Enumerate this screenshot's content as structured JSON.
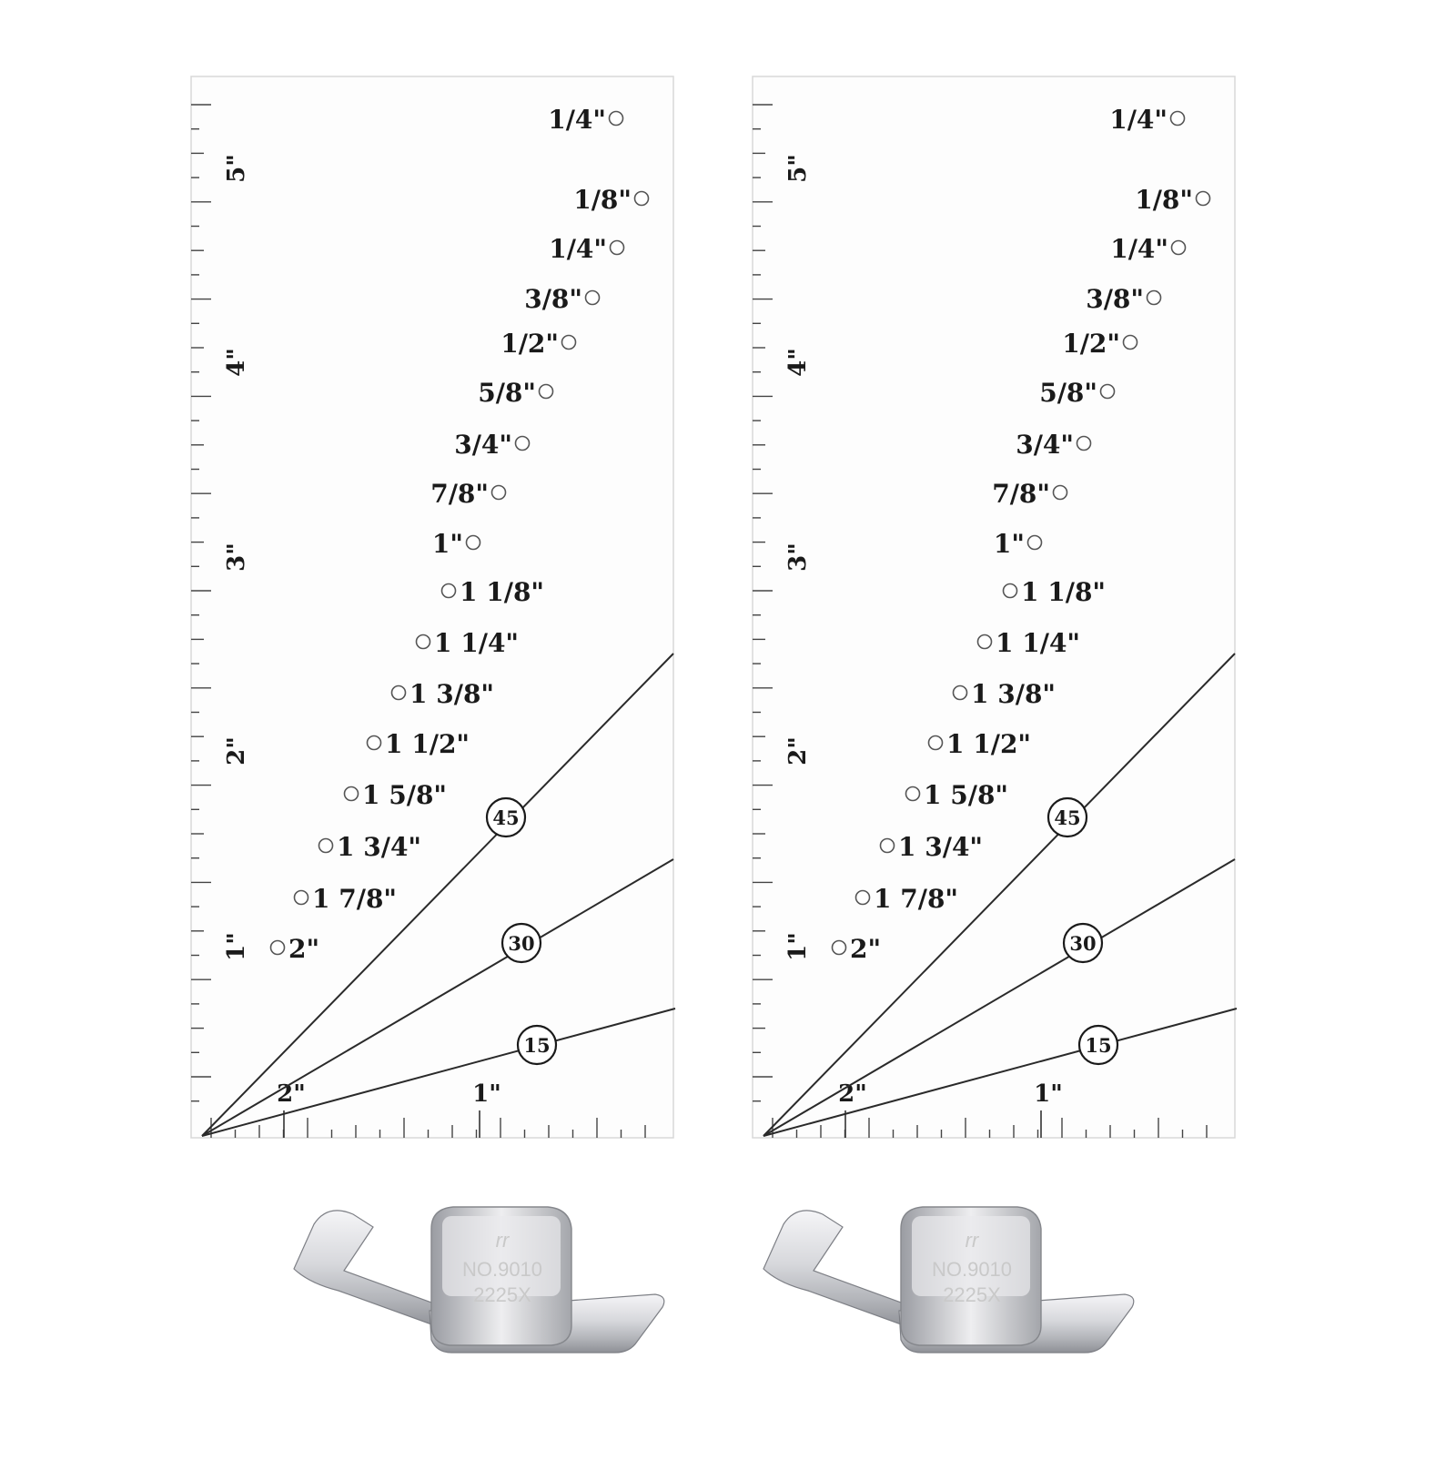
{
  "rulers": [
    {
      "side_marks": [
        "5\"",
        "4\"",
        "3\"",
        "2\"",
        "1\""
      ],
      "bottom_marks": [
        "2\"",
        "1\""
      ],
      "seam_allowances": [
        "1/4\"",
        "1/8\"",
        "1/4\"",
        "3/8\"",
        "1/2\"",
        "5/8\"",
        "3/4\"",
        "7/8\"",
        "1\"",
        "1 1/8\"",
        "1 1/4\"",
        "1 3/8\"",
        "1 1/2\"",
        "1 5/8\"",
        "1 3/4\"",
        "1 7/8\"",
        "2\""
      ],
      "angles": [
        "45",
        "30",
        "15"
      ]
    },
    {
      "side_marks": [
        "5\"",
        "4\"",
        "3\"",
        "2\"",
        "1\""
      ],
      "bottom_marks": [
        "2\"",
        "1\""
      ],
      "seam_allowances": [
        "1/4\"",
        "1/8\"",
        "1/4\"",
        "3/8\"",
        "1/2\"",
        "5/8\"",
        "3/4\"",
        "7/8\"",
        "1\"",
        "1 1/8\"",
        "1 1/4\"",
        "1 3/8\"",
        "1 1/2\"",
        "1 5/8\"",
        "1 3/4\"",
        "1 7/8\"",
        "2\""
      ],
      "angles": [
        "45",
        "30",
        "15"
      ]
    }
  ],
  "seam_guides": [
    {
      "brand_mark": "rr",
      "model": "NO.9010",
      "code": "2225X"
    },
    {
      "brand_mark": "rr",
      "model": "NO.9010",
      "code": "2225X"
    }
  ],
  "colors": {
    "background": "#ffffff",
    "ink": "#1a1a1a",
    "metal_light": "#f2f2f4",
    "metal_dark": "#8e9096"
  }
}
